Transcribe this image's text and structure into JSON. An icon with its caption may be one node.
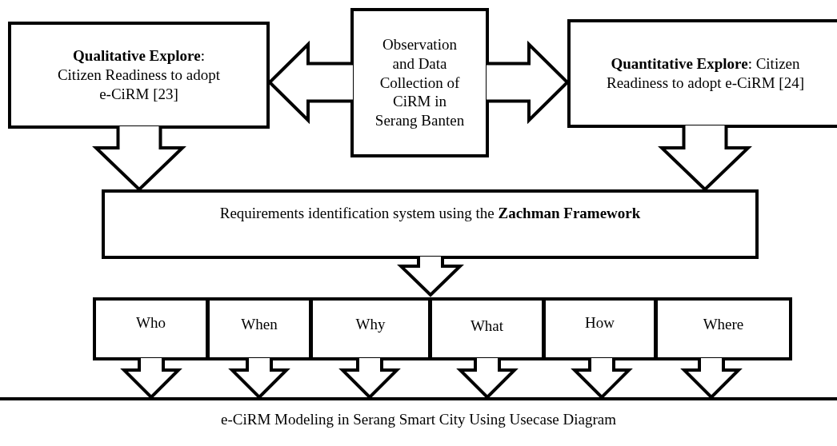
{
  "diagram": {
    "nodes": [
      {
        "text": [
          "**Qualitative Explore**: Citizen Readiness to adopt e-CiRM [23]"
        ]
      },
      {
        "text": [
          "Observation and Data Collection of CiRM in Serang Banten"
        ]
      },
      {
        "text": [
          "**Quantitative Explore**: Citizen Readiness to adopt e-CiRM [24]"
        ]
      },
      {
        "text": [
          "Requirements identification system using the **Zachman Framework**"
        ]
      },
      {
        "text": [
          "Who"
        ]
      },
      {
        "text": [
          "When"
        ]
      },
      {
        "text": [
          "Why"
        ]
      },
      {
        "text": [
          "What"
        ]
      },
      {
        "text": [
          "How"
        ]
      },
      {
        "text": [
          "Where"
        ]
      },
      {
        "text": [
          "e-CiRM Modeling in Serang Smart City Using Usecase Diagram"
        ]
      }
    ],
    "edges": [
      {
        "from": 1,
        "to": 0,
        "arrow": "to"
      },
      {
        "from": 1,
        "to": 2,
        "arrow": "to"
      },
      {
        "from": 0,
        "to": 3,
        "arrow": "to"
      },
      {
        "from": 2,
        "to": 3,
        "arrow": "to"
      },
      {
        "from": 3,
        "to": null,
        "arrow": "to"
      },
      {
        "from": 4,
        "to": 10,
        "arrow": "to"
      },
      {
        "from": 5,
        "to": 10,
        "arrow": "to"
      },
      {
        "from": 6,
        "to": 10,
        "arrow": "to"
      },
      {
        "from": 7,
        "to": 10,
        "arrow": "to"
      },
      {
        "from": 8,
        "to": 10,
        "arrow": "to"
      },
      {
        "from": 9,
        "to": 10,
        "arrow": "to"
      }
    ]
  }
}
